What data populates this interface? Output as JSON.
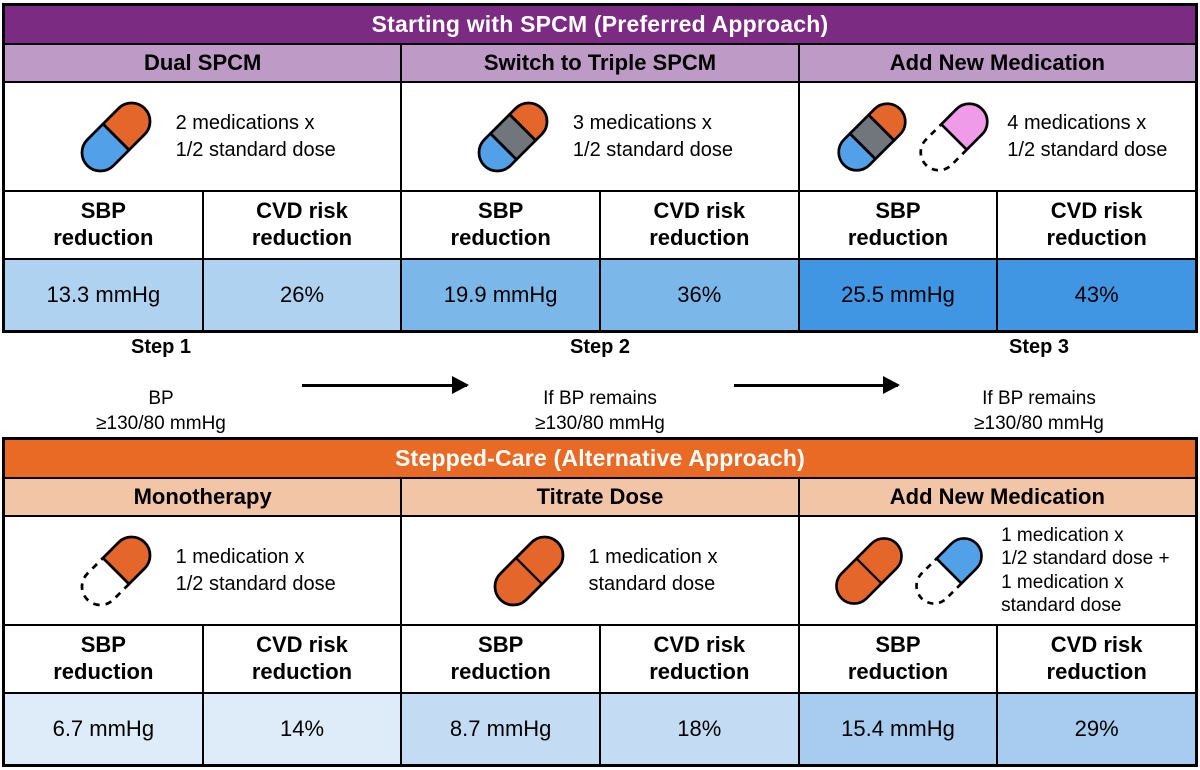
{
  "colors": {
    "spcm_title_bg": "#7C2B83",
    "spcm_header_bg": "#BE9AC6",
    "stepped_title_bg": "#E96A24",
    "stepped_header_bg": "#F3C5A7",
    "title_text": "#FFFFFF",
    "spcm_value_bg": [
      "#AFD2F0",
      "#7BB8E9",
      "#4196E3"
    ],
    "stepped_value_bg": [
      "#DEEBF8",
      "#C3DCF4",
      "#A7CCEF"
    ],
    "pill_orange": "#E4662B",
    "pill_blue": "#52A1E8",
    "pill_gray": "#71767C",
    "pill_pink": "#EF9BE8"
  },
  "labels": {
    "sbp_header": "SBP\nreduction",
    "cvd_header": "CVD risk\nreduction"
  },
  "spcm_table": {
    "title": "Starting with SPCM (Preferred Approach)",
    "columns": [
      {
        "header": "Dual SPCM",
        "dose_text": "2 medications x\n1/2 standard dose",
        "sbp_value": "13.3 mmHg",
        "cvd_value": "26%"
      },
      {
        "header": "Switch to Triple SPCM",
        "dose_text": "3 medications x\n1/2 standard dose",
        "sbp_value": "19.9 mmHg",
        "cvd_value": "36%"
      },
      {
        "header": "Add New Medication",
        "dose_text": "4 medications x\n1/2 standard dose",
        "sbp_value": "25.5 mmHg",
        "cvd_value": "43%"
      }
    ]
  },
  "steps": [
    {
      "title": "Step 1",
      "body": "BP\n≥130/80 mmHg"
    },
    {
      "title": "Step 2",
      "body": "If BP remains\n≥130/80 mmHg"
    },
    {
      "title": "Step 3",
      "body": "If BP remains\n≥130/80 mmHg"
    }
  ],
  "stepped_table": {
    "title": "Stepped-Care (Alternative Approach)",
    "columns": [
      {
        "header": "Monotherapy",
        "dose_text": "1 medication x\n1/2 standard dose",
        "sbp_value": "6.7 mmHg",
        "cvd_value": "14%"
      },
      {
        "header": "Titrate Dose",
        "dose_text": "1 medication x\nstandard dose",
        "sbp_value": "8.7 mmHg",
        "cvd_value": "18%"
      },
      {
        "header": "Add New Medication",
        "dose_text": "1 medication x\n1/2 standard dose +\n1 medication x\nstandard dose",
        "sbp_value": "15.4 mmHg",
        "cvd_value": "29%"
      }
    ]
  }
}
